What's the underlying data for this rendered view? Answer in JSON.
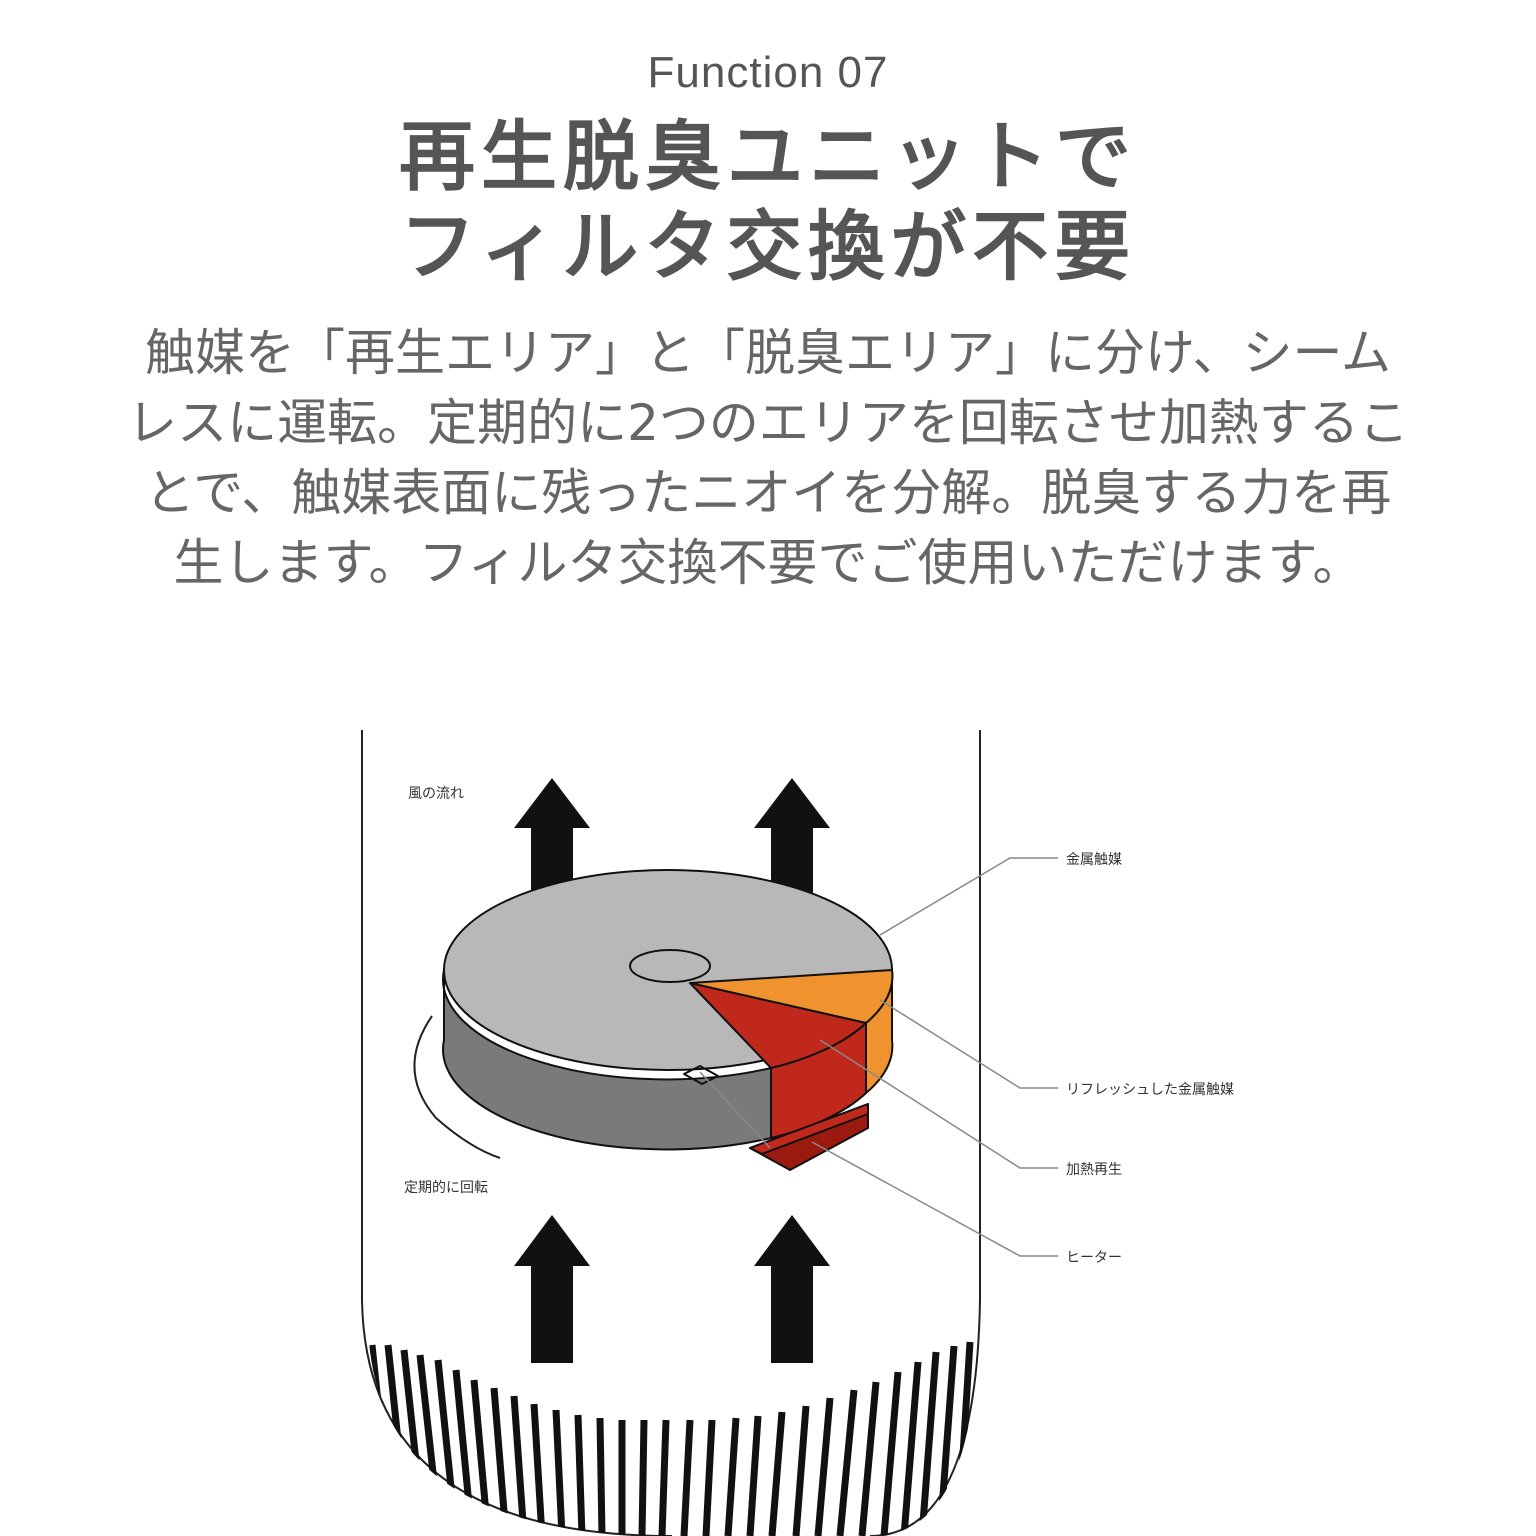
{
  "header": {
    "function_label": "Function 07",
    "headline_line1": "再生脱臭ユニットで",
    "headline_line2": "フィルタ交換が不要"
  },
  "description": {
    "lines": [
      "触媒を「再生エリア」と「脱臭エリア」に分け、シーム",
      "レスに運転。定期的に2つのエリアを回転させ加熱するこ",
      "とで、触媒表面に残ったニオイを分解。脱臭する力を再",
      "生します。フィルタ交換不要でご使用いただけます。"
    ]
  },
  "diagram": {
    "labels": {
      "airflow": "風の流れ",
      "rotation": "定期的に回転",
      "metal_catalyst": "金属触媒",
      "refreshed_catalyst": "リフレッシュした金属触媒",
      "heat_regeneration": "加熱再生",
      "heater": "ヒーター"
    },
    "colors": {
      "disc_top": "#b8b8b8",
      "disc_side": "#7a7a7a",
      "orange": "#f0922e",
      "red": "#c0281c",
      "heater": "#9a1a10",
      "arrow": "#111111"
    }
  }
}
